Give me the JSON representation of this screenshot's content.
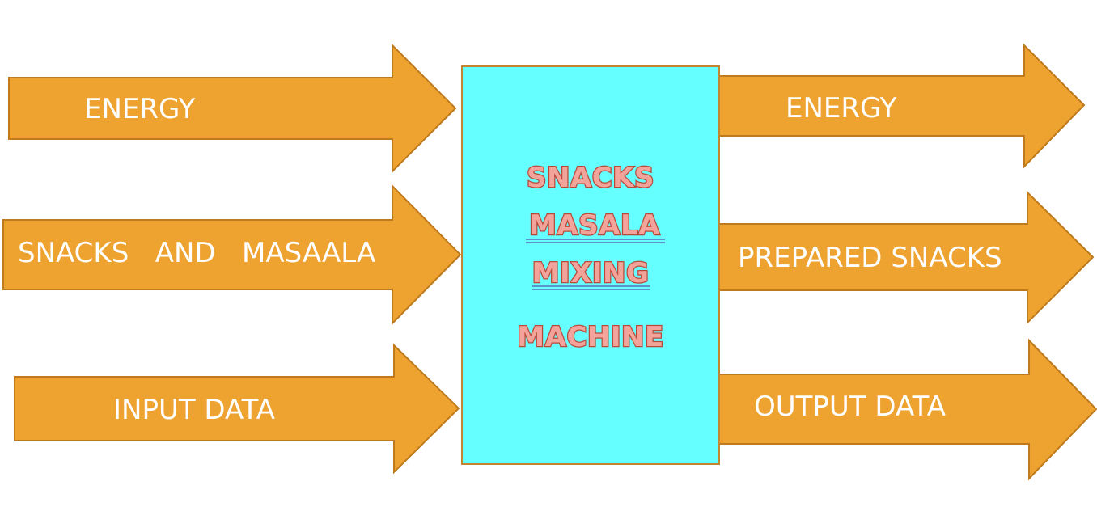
{
  "colors": {
    "arrow_fill": "#EEA22F",
    "arrow_stroke": "#BE7A1C",
    "box_fill": "#66FFFF",
    "box_stroke": "#C08632",
    "label_text": "#FFFFFF",
    "machine_text_fill": "#F2A49B",
    "machine_text_stroke": "#B84A3A",
    "underline": "#5A6FB8"
  },
  "inputs": [
    {
      "label": "ENERGY"
    },
    {
      "label": "SNACKS   AND   MASAALA"
    },
    {
      "label": "INPUT DATA"
    }
  ],
  "machine": {
    "lines": [
      {
        "text": "SNACKS",
        "underlined": false
      },
      {
        "text": "MASALA",
        "underlined": true
      },
      {
        "text": "MIXING",
        "underlined": true
      },
      {
        "text": "MACHINE",
        "underlined": false
      }
    ]
  },
  "outputs": [
    {
      "label": "ENERGY"
    },
    {
      "label": "PREPARED SNACKS"
    },
    {
      "label": "OUTPUT DATA"
    }
  ]
}
